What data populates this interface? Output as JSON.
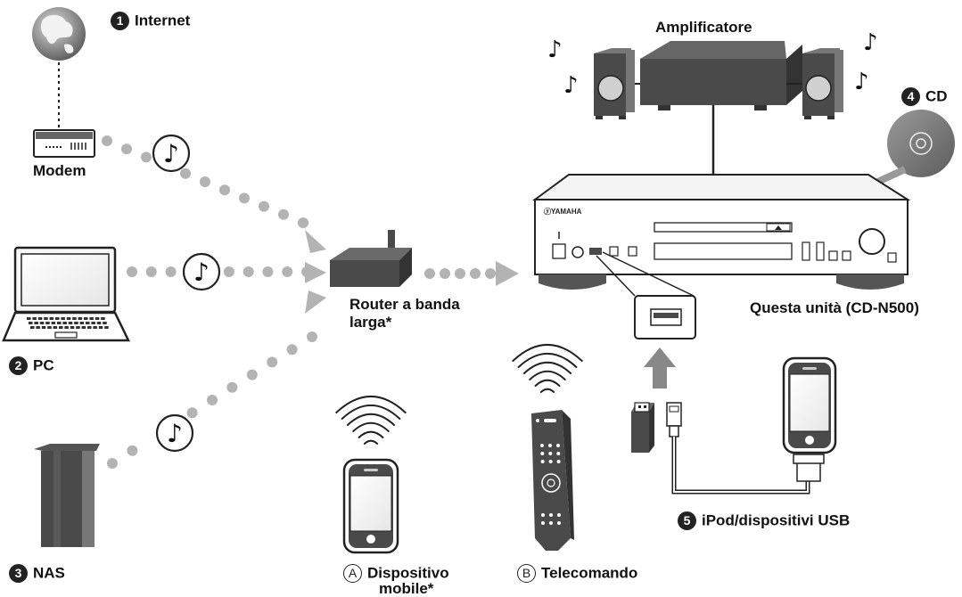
{
  "labels": {
    "internet": {
      "number": "1",
      "text": "Internet"
    },
    "modem": "Modem",
    "pc": {
      "number": "2",
      "text": "PC"
    },
    "nas": {
      "number": "3",
      "text": "NAS"
    },
    "cd": {
      "number": "4",
      "text": "CD"
    },
    "usb": {
      "number": "5",
      "text": "iPod/dispositivi USB"
    },
    "amplifier": "Amplificatore",
    "unit": "Questa unità (CD-N500)",
    "router_line1": "Router a banda",
    "router_line2": "larga*",
    "mobile": {
      "letter": "A",
      "line1": "Dispositivo",
      "line2": "mobile*"
    },
    "remote": {
      "letter": "B",
      "text": "Telecomando"
    }
  },
  "device_text": {
    "brand": "ⓨYAMAHA"
  },
  "colors": {
    "dots": "#b3b3b3",
    "device_dark": "#4a4a4a",
    "outline": "#222222",
    "arrow_gray": "#8c8c8c"
  },
  "icons": [
    "globe-icon",
    "modem-icon",
    "laptop-icon",
    "nas-icon",
    "router-icon",
    "smartphone-icon",
    "remote-icon",
    "cd-disc-icon",
    "amplifier-icon",
    "speaker-icon",
    "usb-stick-icon",
    "ipod-icon",
    "usb-port-icon",
    "music-note-icon",
    "wifi-signal-icon"
  ]
}
